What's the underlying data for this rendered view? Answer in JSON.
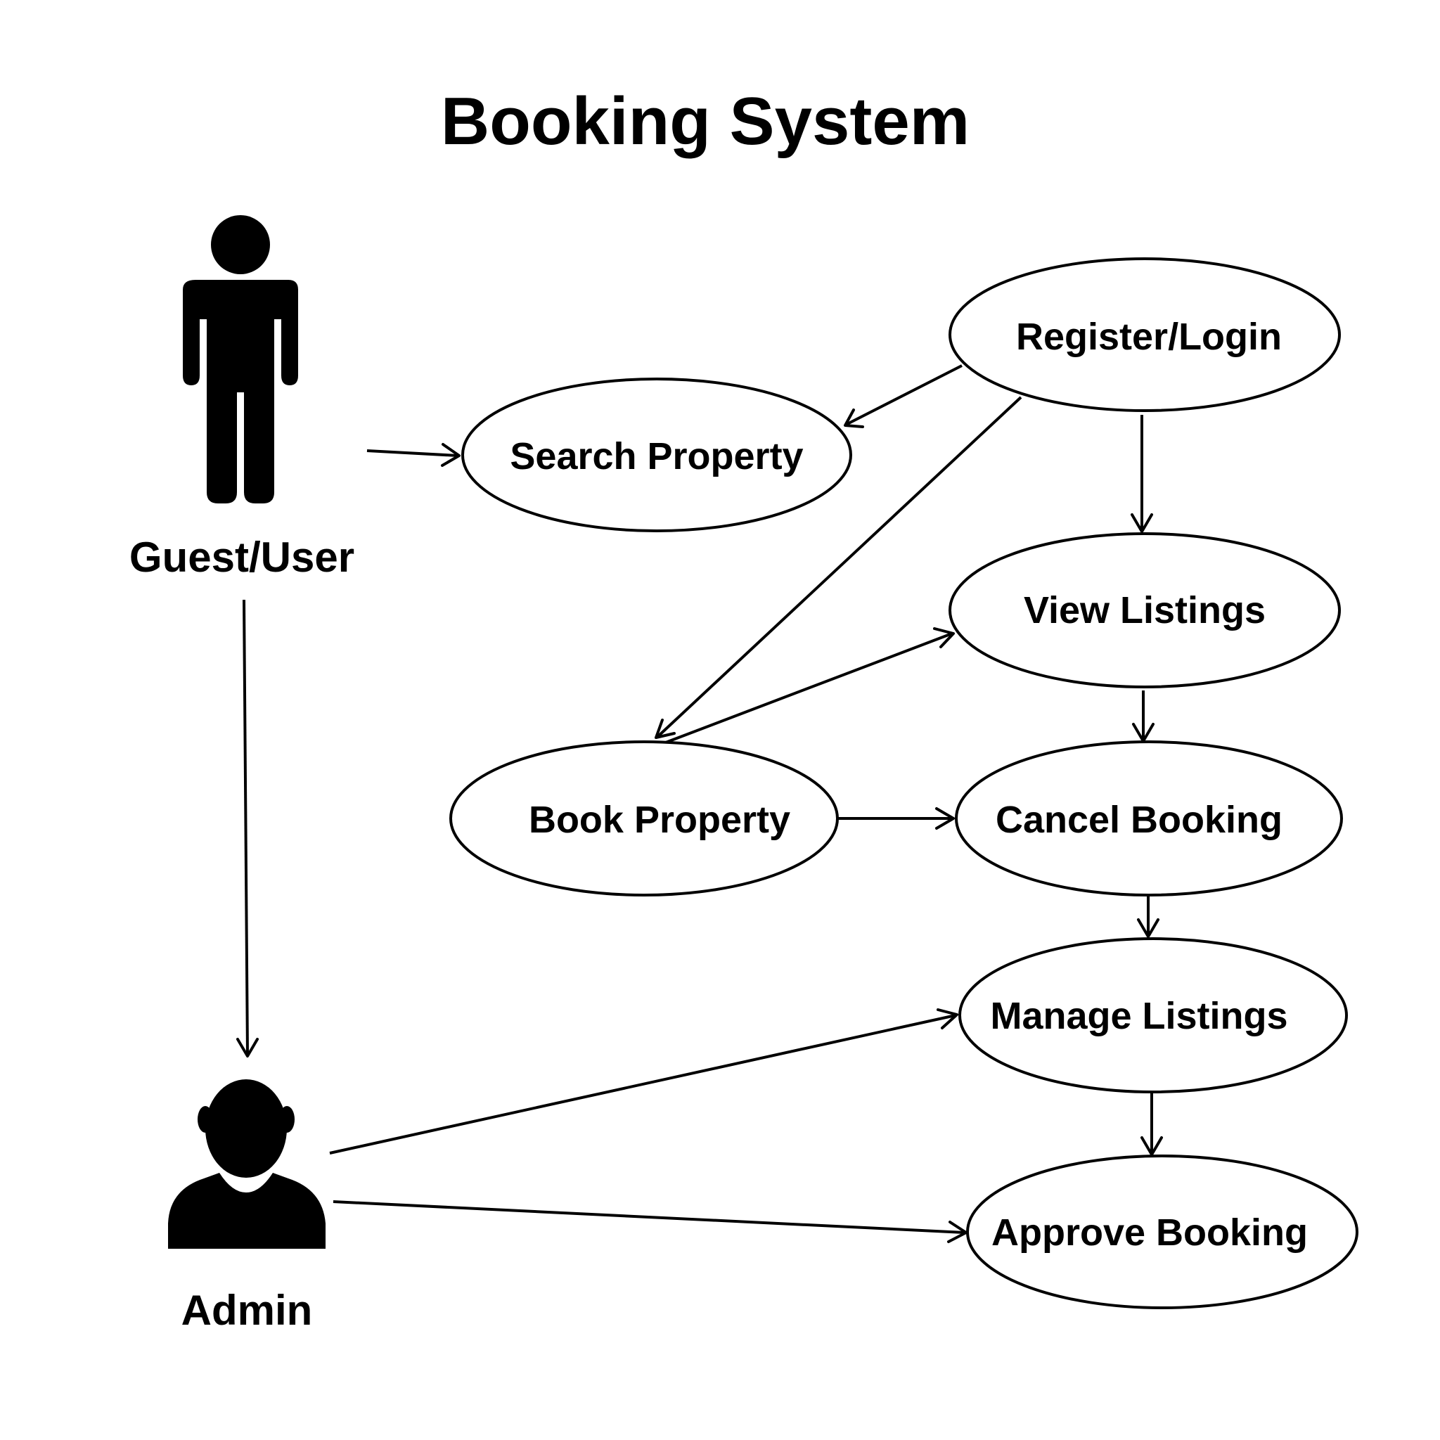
{
  "diagram": {
    "title": "Booking System",
    "colors": {
      "stroke": "#000000",
      "background": "#ffffff"
    },
    "actors": [
      {
        "id": "guest",
        "label": "Guest/User",
        "icon": "person-icon"
      },
      {
        "id": "admin",
        "label": "Admin",
        "icon": "admin-user-icon"
      }
    ],
    "use_cases": [
      {
        "id": "register",
        "label": "Register/Login"
      },
      {
        "id": "search",
        "label": "Search Property"
      },
      {
        "id": "view",
        "label": "View Listings"
      },
      {
        "id": "book",
        "label": "Book Property"
      },
      {
        "id": "cancel",
        "label": "Cancel Booking"
      },
      {
        "id": "manage",
        "label": "Manage Listings"
      },
      {
        "id": "approve",
        "label": "Approve Booking"
      }
    ],
    "edges": [
      {
        "from": "guest",
        "to": "search"
      },
      {
        "from": "guest",
        "to": "admin"
      },
      {
        "from": "register",
        "to": "search"
      },
      {
        "from": "register",
        "to": "book"
      },
      {
        "from": "register",
        "to": "view"
      },
      {
        "from": "book",
        "to": "view"
      },
      {
        "from": "view",
        "to": "cancel"
      },
      {
        "from": "book",
        "to": "cancel"
      },
      {
        "from": "cancel",
        "to": "manage"
      },
      {
        "from": "admin",
        "to": "manage"
      },
      {
        "from": "manage",
        "to": "approve"
      },
      {
        "from": "admin",
        "to": "approve"
      }
    ]
  }
}
